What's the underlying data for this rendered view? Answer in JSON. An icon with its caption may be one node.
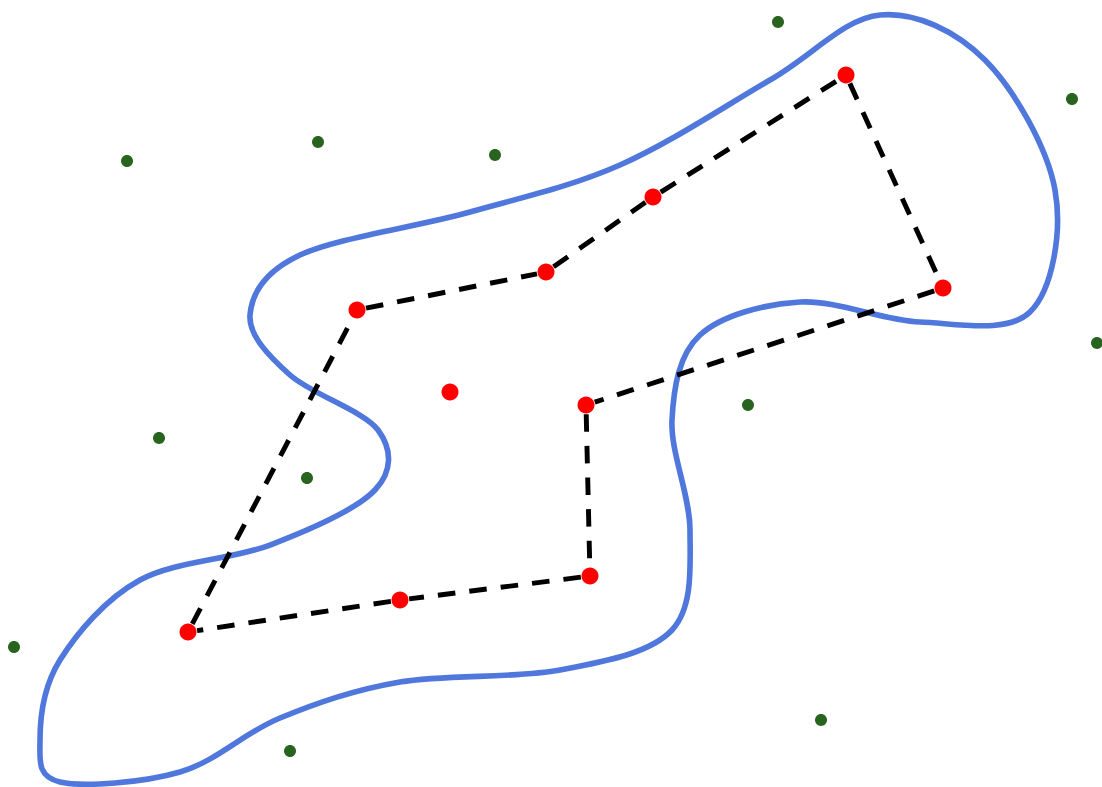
{
  "diagram": {
    "nodes": [
      {
        "text": [],
        "shape": "circle"
      },
      {
        "text": [],
        "shape": "circle"
      },
      {
        "text": [],
        "shape": "circle"
      },
      {
        "text": [],
        "shape": "circle"
      },
      {
        "text": [],
        "shape": "circle"
      },
      {
        "text": [],
        "shape": "circle"
      },
      {
        "text": [],
        "shape": "circle"
      },
      {
        "text": [],
        "shape": "circle"
      },
      {
        "text": [],
        "shape": "circle"
      },
      {
        "text": [],
        "shape": "circle"
      }
    ],
    "edges": [
      {
        "from": 0,
        "to": 1,
        "arrow": "none",
        "style": "dashed"
      },
      {
        "from": 1,
        "to": 2,
        "arrow": "none",
        "style": "dashed"
      },
      {
        "from": 2,
        "to": 3,
        "arrow": "none",
        "style": "dashed"
      },
      {
        "from": 3,
        "to": 4,
        "arrow": "none",
        "style": "dashed"
      },
      {
        "from": 4,
        "to": 5,
        "arrow": "none",
        "style": "dashed"
      },
      {
        "from": 5,
        "to": 6,
        "arrow": "none",
        "style": "dashed"
      },
      {
        "from": 6,
        "to": 7,
        "arrow": "none",
        "style": "dashed"
      },
      {
        "from": 7,
        "to": 8,
        "arrow": "none",
        "style": "dashed"
      },
      {
        "from": 8,
        "to": 0,
        "arrow": "none",
        "style": "dashed"
      }
    ]
  }
}
